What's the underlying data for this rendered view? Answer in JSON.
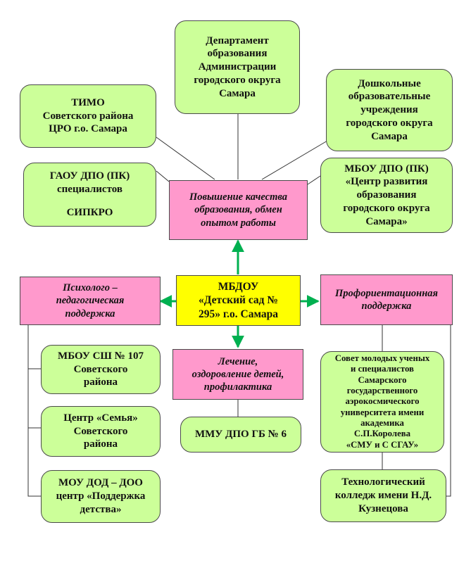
{
  "nodes": {
    "center": [
      "МБДОУ",
      "«Детский сад №",
      "295» г.о. Самара"
    ],
    "dept": [
      "Департамент",
      "образования",
      "Администрации",
      "городского округа",
      "Самара"
    ],
    "timo": [
      "ТИМО",
      "Советского района",
      "ЦРО  г.о. Самара"
    ],
    "preschool": [
      "Дошкольные",
      "образовательные",
      "учреждения",
      "городского округа",
      "Самара"
    ],
    "gaou": [
      "ГАОУ ДПО (ПК)",
      "специалистов",
      "СИПКРО"
    ],
    "mbou_dpo": [
      "МБОУ ДПО (ПК)",
      "«Центр развития",
      "образования",
      "городского округа",
      "Самара»"
    ],
    "quality": [
      "Повышение качества",
      "образования, обмен",
      "опытом работы"
    ],
    "psych": [
      "Психолого –",
      "педагогическая",
      "поддержка"
    ],
    "career": [
      "Профориентационная",
      "поддержка"
    ],
    "school107": [
      "МБОУ СШ № 107",
      "Советского",
      "района"
    ],
    "treatment": [
      "Лечение,",
      "оздоровление детей,",
      "профилактика"
    ],
    "council": [
      "Совет молодых ученых",
      "и специалистов",
      "Самарского",
      "государственного",
      "аэрокосмического",
      "университета имени",
      "академика",
      "С.П.Королева",
      "«СМУ и С СГАУ»"
    ],
    "family": [
      "Центр «Семья»",
      "Советского",
      "района"
    ],
    "mmu": [
      "ММУ  ДПО ГБ № 6"
    ],
    "mou_dod": [
      "МОУ ДОД – ДОО",
      "центр «Поддержка",
      "детства»"
    ],
    "college": [
      "Технологический",
      "колледж имени Н.Д.",
      "Кузнецова"
    ]
  },
  "colors": {
    "center": "#ffff00",
    "support": "#ff99cc",
    "partner": "#ccff99",
    "arrow": "#00b050",
    "line": "#333333"
  }
}
